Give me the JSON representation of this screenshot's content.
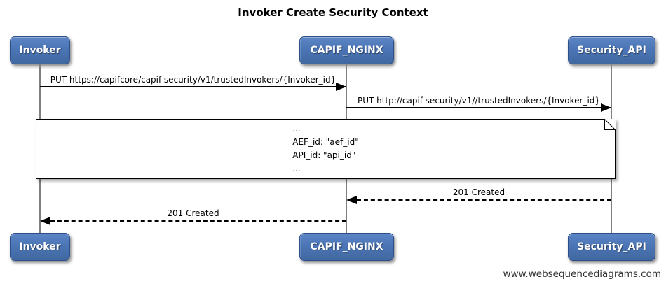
{
  "title": "Invoker Create Security Context",
  "actors": [
    {
      "name": "Invoker"
    },
    {
      "name": "CAPIF_NGINX"
    },
    {
      "name": "Security_API"
    }
  ],
  "messages": [
    {
      "label": "PUT https://capifcore/capif-security/v1/trustedInvokers/{Invoker_id}",
      "from": "Invoker",
      "to": "CAPIF_NGINX",
      "line": "solid",
      "direction": "right"
    },
    {
      "label": "PUT http://capif-security/v1//trustedInvokers/{Invoker_id}",
      "from": "CAPIF_NGINX",
      "to": "Security_API",
      "line": "solid",
      "direction": "right"
    },
    {
      "label": "201 Created",
      "from": "Security_API",
      "to": "CAPIF_NGINX",
      "line": "dashed",
      "direction": "left"
    },
    {
      "label": "201 Created",
      "from": "CAPIF_NGINX",
      "to": "Invoker",
      "line": "dashed",
      "direction": "left"
    }
  ],
  "note": {
    "lines": [
      "...",
      "AEF_id: \"aef_id\"",
      "API_id: \"api_id\"",
      "..."
    ]
  },
  "footer": "www.websequencediagrams.com",
  "colors": {
    "actor_fill_top": "#5d86c5",
    "actor_fill_bottom": "#41689f",
    "actor_border": "#2d4f8a",
    "actor_text": "#ffffff",
    "lifeline": "#7f7f7f",
    "message_line": "#000000",
    "note_background": "#ffffff",
    "note_border": "#000000",
    "footer_text": "#333333"
  }
}
